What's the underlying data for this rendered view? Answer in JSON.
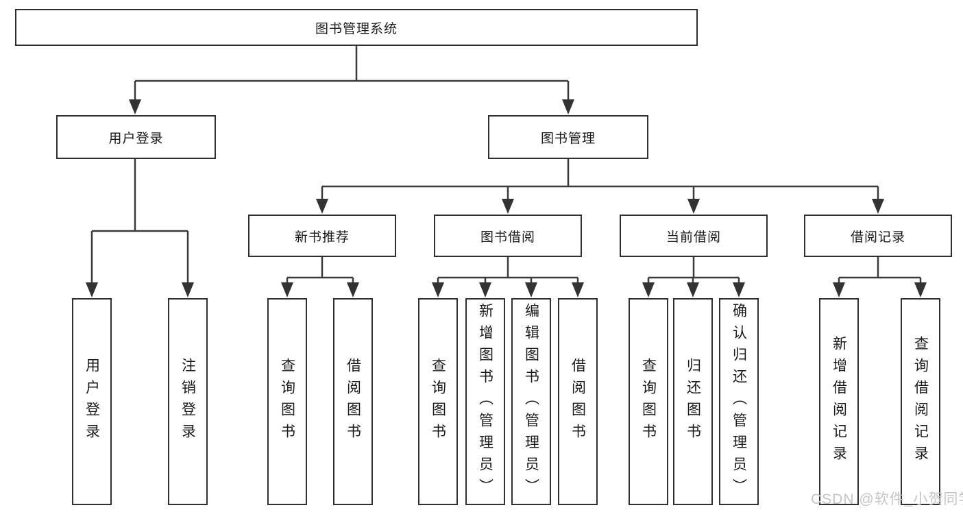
{
  "diagram": {
    "root": {
      "label": "图书管理系统"
    },
    "level2": [
      {
        "label": "用户登录"
      },
      {
        "label": "图书管理"
      }
    ],
    "level3": [
      {
        "label": "新书推荐",
        "parent": "图书管理"
      },
      {
        "label": "图书借阅",
        "parent": "图书管理"
      },
      {
        "label": "当前借阅",
        "parent": "图书管理"
      },
      {
        "label": "借阅记录",
        "parent": "图书管理"
      }
    ],
    "leaves": [
      {
        "label": "用户登录",
        "parent": "用户登录"
      },
      {
        "label": "注销登录",
        "parent": "用户登录"
      },
      {
        "label": "查询图书",
        "parent": "新书推荐"
      },
      {
        "label": "借阅图书",
        "parent": "新书推荐"
      },
      {
        "label": "查询图书",
        "parent": "图书借阅"
      },
      {
        "label": "新增图书（管理员）",
        "parent": "图书借阅"
      },
      {
        "label": "编辑图书（管理员）",
        "parent": "图书借阅"
      },
      {
        "label": "借阅图书",
        "parent": "图书借阅"
      },
      {
        "label": "查询图书",
        "parent": "当前借阅"
      },
      {
        "label": "归还图书",
        "parent": "当前借阅"
      },
      {
        "label": "确认归还（管理员）",
        "parent": "当前借阅"
      },
      {
        "label": "新增借阅记录",
        "parent": "借阅记录"
      },
      {
        "label": "查询借阅记录",
        "parent": "借阅记录"
      }
    ]
  },
  "watermark": {
    "text": "CSDN @软件_小贺同学"
  },
  "colors": {
    "line": "#3a3a3a",
    "box_border": "#2f2f2f",
    "text": "#1a1a1a",
    "watermark": "#c5c5c5",
    "background": "#ffffff"
  }
}
